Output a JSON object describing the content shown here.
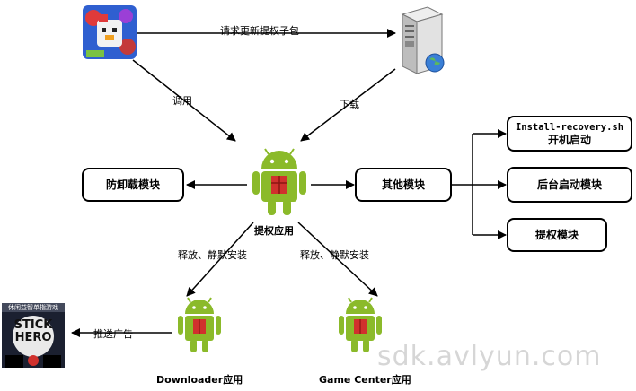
{
  "edges": {
    "request_update": "请求更新提权子包",
    "invoke": "调用",
    "download": "下载",
    "release_install_left": "释放、静默安装",
    "release_install_right": "释放、静默安装",
    "push_ads": "推送广告"
  },
  "nodes": {
    "anti_uninstall": "防卸载模块",
    "other_modules": "其他模块",
    "install_recovery_line1": "Install-recovery.sh",
    "install_recovery_line2": "开机启动",
    "background_start": "后台启动模块",
    "privilege_module": "提权模块"
  },
  "captions": {
    "root_app": "提权应用",
    "downloader_app": "Downloader应用",
    "game_center_app": "Game Center应用"
  },
  "stick_hero": {
    "top_text": "休闲益智单指游戏",
    "line1": "STICK",
    "line2": "HERO"
  },
  "watermark": "sdk.avlyun.com",
  "icons": [
    "game-app-icon",
    "server-icon",
    "android-root-app-icon",
    "android-downloader-icon",
    "android-game-center-icon",
    "stick-hero-icon"
  ]
}
